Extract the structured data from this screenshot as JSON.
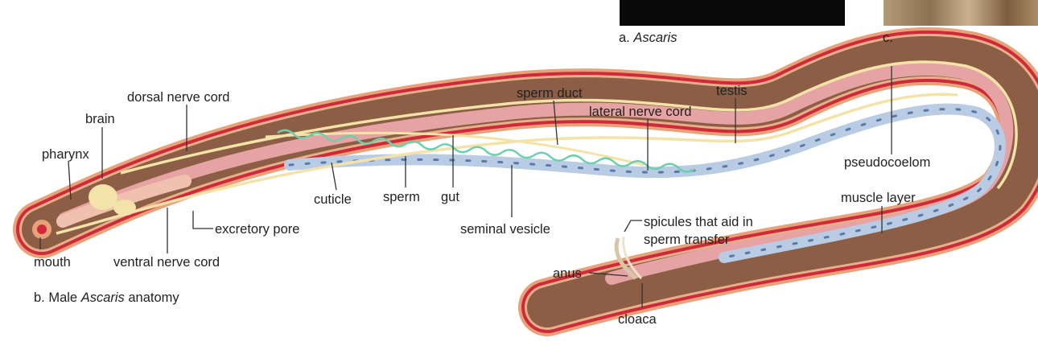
{
  "captions": {
    "photo_a_letter": "a. ",
    "photo_a_italic": "Ascaris",
    "photo_c": "c.",
    "figure_b_prefix": "b. Male ",
    "figure_b_italic": "Ascaris",
    "figure_b_suffix": " anatomy"
  },
  "labels": {
    "dorsal_nerve_cord": "dorsal nerve cord",
    "brain": "brain",
    "pharynx": "pharynx",
    "mouth": "mouth",
    "ventral_nerve_cord": "ventral nerve cord",
    "excretory_pore": "excretory pore",
    "cuticle": "cuticle",
    "sperm": "sperm",
    "gut": "gut",
    "seminal_vesicle": "seminal vesicle",
    "sperm_duct": "sperm duct",
    "lateral_nerve_cord": "lateral nerve cord",
    "testis": "testis",
    "pseudocoelom": "pseudocoelom",
    "muscle_layer": "muscle layer",
    "spicules_line1": "spicules that aid in",
    "spicules_line2": "sperm transfer",
    "anus": "anus",
    "cloaca": "cloaca"
  },
  "colors": {
    "cuticle_tan": "#e8a27a",
    "muscle_red": "#cf2a3a",
    "pseudocoelom_brown": "#8b5e45",
    "gut_pink": "#e6a3a3",
    "nerve_cream": "#f3e3a8",
    "testis_green": "#6ecfae",
    "sperm_blue": "#b9cce3"
  }
}
